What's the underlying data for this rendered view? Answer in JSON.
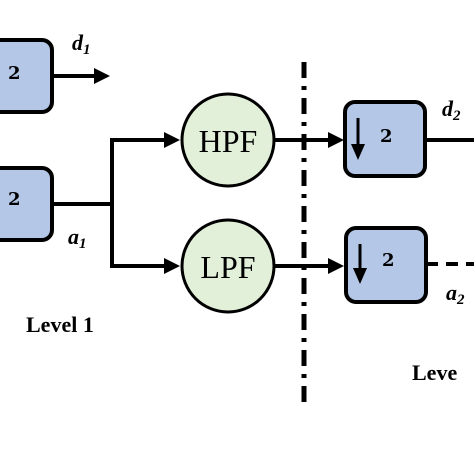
{
  "nodes": {
    "box_d1_left": {
      "label": "2"
    },
    "box_a1_left": {
      "label": "2"
    },
    "box_d2_right": {
      "label": "2"
    },
    "box_a2_right": {
      "label": "2"
    },
    "hpf": {
      "label": "HPF"
    },
    "lpf": {
      "label": "LPF"
    }
  },
  "signals": {
    "d1": {
      "base": "d",
      "sub": "1"
    },
    "a1": {
      "base": "a",
      "sub": "1"
    },
    "d2": {
      "base": "d",
      "sub": "2"
    },
    "a2": {
      "base": "a",
      "sub": "2"
    }
  },
  "levels": {
    "level1": "Level 1",
    "level2": "Leve"
  },
  "colors": {
    "box_fill": "#b4c7e7",
    "filter_fill": "#e2f0d9",
    "stroke": "#000000"
  }
}
